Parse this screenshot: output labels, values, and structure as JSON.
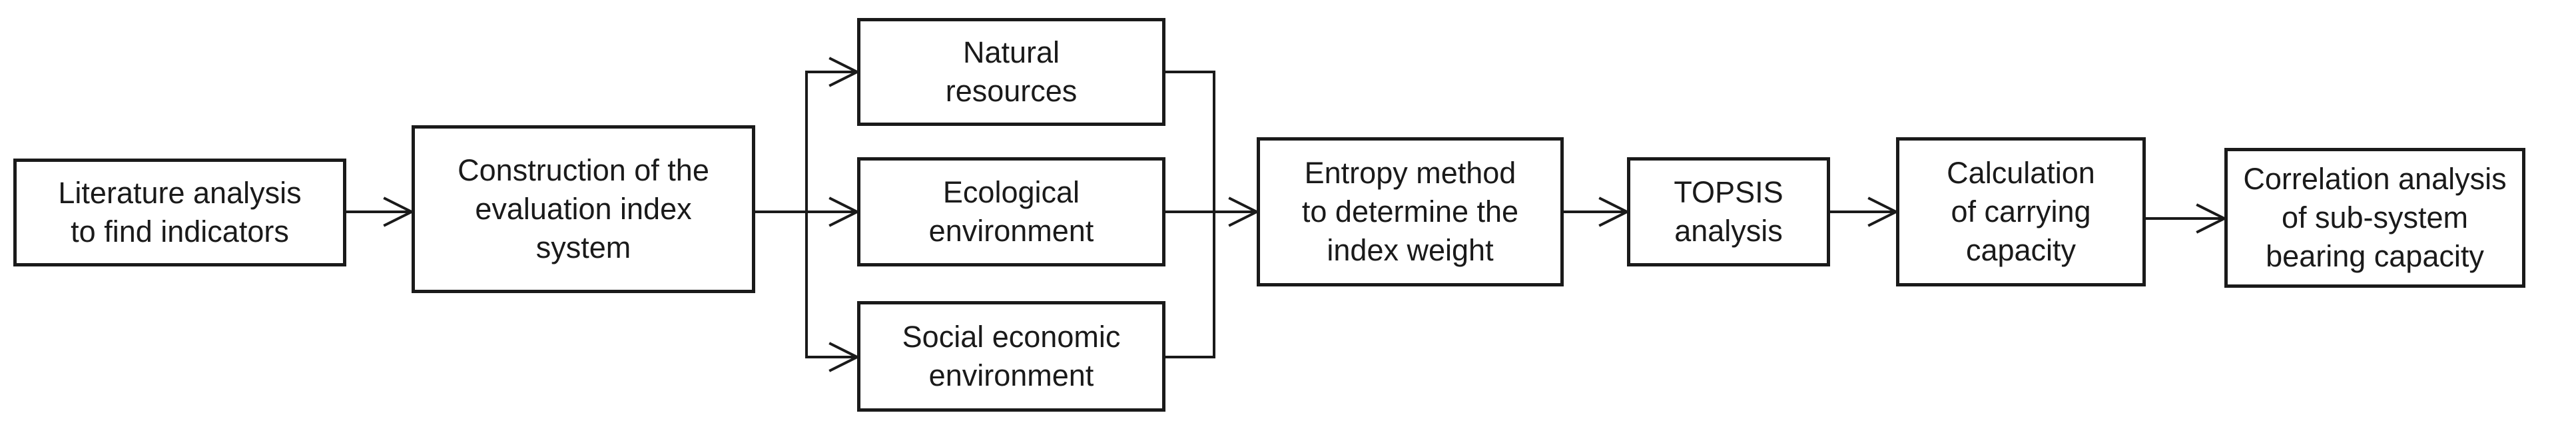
{
  "diagram": {
    "nodes": {
      "literature": "Literature analysis\nto find indicators",
      "construction": "Construction of the\nevaluation index\nsystem",
      "natural": "Natural\nresources",
      "ecological": "Ecological\nenvironment",
      "social": "Social economic\nenvironment",
      "entropy": "Entropy method\nto determine the\nindex weight",
      "topsis": "TOPSIS\nanalysis",
      "calculation": "Calculation\nof carrying\ncapacity",
      "correlation": "Correlation analysis\nof sub-system\nbearing capacity"
    },
    "colors": {
      "stroke": "#1a1a1a",
      "background": "#ffffff"
    }
  }
}
